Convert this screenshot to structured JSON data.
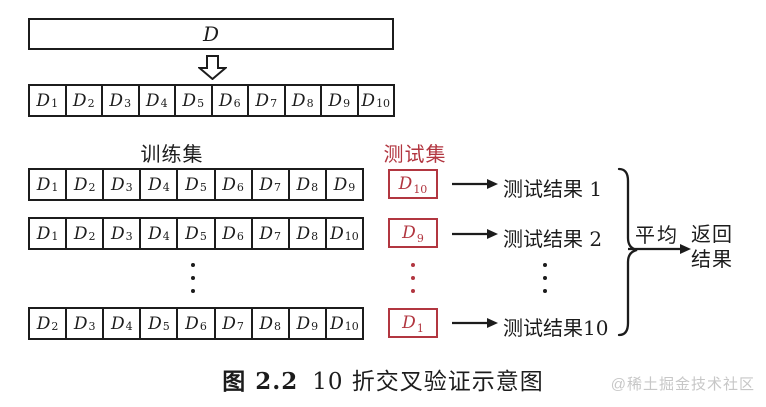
{
  "diagram": {
    "dataset_label": "D",
    "cell_base": "D",
    "full_row_subs": [
      "1",
      "2",
      "3",
      "4",
      "5",
      "6",
      "7",
      "8",
      "9",
      "10"
    ],
    "train_label": "训练集",
    "test_label": "测试集",
    "folds": [
      {
        "train_subs": [
          "1",
          "2",
          "3",
          "4",
          "5",
          "6",
          "7",
          "8",
          "9"
        ],
        "test_sub": "10",
        "result_label": "测试结果 1"
      },
      {
        "train_subs": [
          "1",
          "2",
          "3",
          "4",
          "5",
          "6",
          "7",
          "8",
          "10"
        ],
        "test_sub": "9",
        "result_label": "测试结果 2"
      },
      {
        "train_subs": [
          "2",
          "3",
          "4",
          "5",
          "6",
          "7",
          "8",
          "9",
          "10"
        ],
        "test_sub": "1",
        "result_label": "测试结果10"
      }
    ],
    "average_label": "平均",
    "return_line1": "返回",
    "return_line2": "结果",
    "caption_number": "图 2.2",
    "caption_title": "10 折交叉验证示意图",
    "watermark": "@稀土掘金技术社区",
    "icons": {
      "split_down_arrow": "⇩",
      "result_right_arrow": "→",
      "average_right_arrow": "→",
      "gather_brace": "}",
      "vertical_ellipsis": "⋮"
    },
    "colors": {
      "ink": "#1c1c1c",
      "test_red": "#b23640",
      "watermark_gray": "#c7c7c7",
      "background": "#ffffff"
    }
  }
}
